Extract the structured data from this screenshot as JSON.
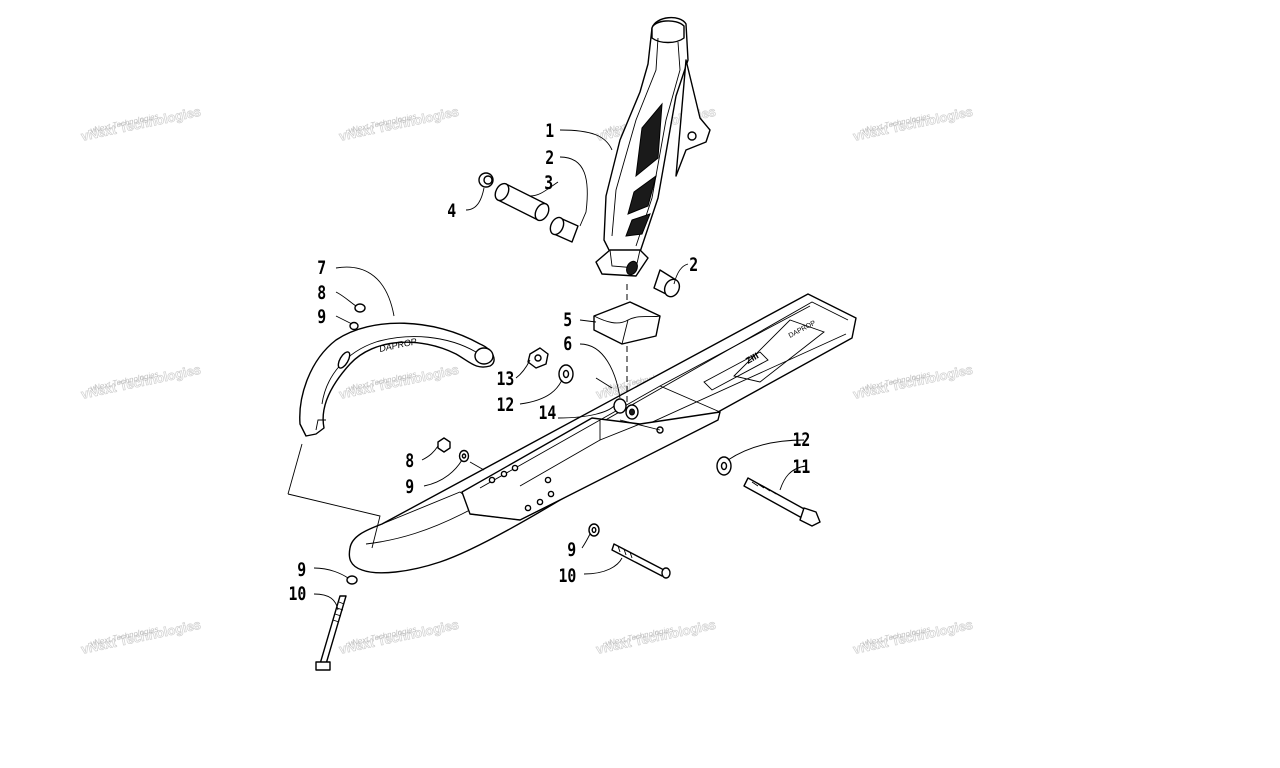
{
  "watermark": {
    "text": "vNext Technologies"
  },
  "callouts": {
    "c1": "1",
    "c2a": "2",
    "c2b": "2",
    "c3": "3",
    "c4": "4",
    "c5": "5",
    "c6": "6",
    "c7": "7",
    "c8a": "8",
    "c8b": "8",
    "c9a": "9",
    "c9b": "9",
    "c9c": "9",
    "c9d": "9",
    "c10a": "10",
    "c10b": "10",
    "c11": "11",
    "c12a": "12",
    "c12b": "12",
    "c13": "13",
    "c14": "14"
  },
  "decals": {
    "handle_logo": "DAPROP",
    "ski_logo": "DAPROP",
    "ski_mark": "ZIII"
  }
}
